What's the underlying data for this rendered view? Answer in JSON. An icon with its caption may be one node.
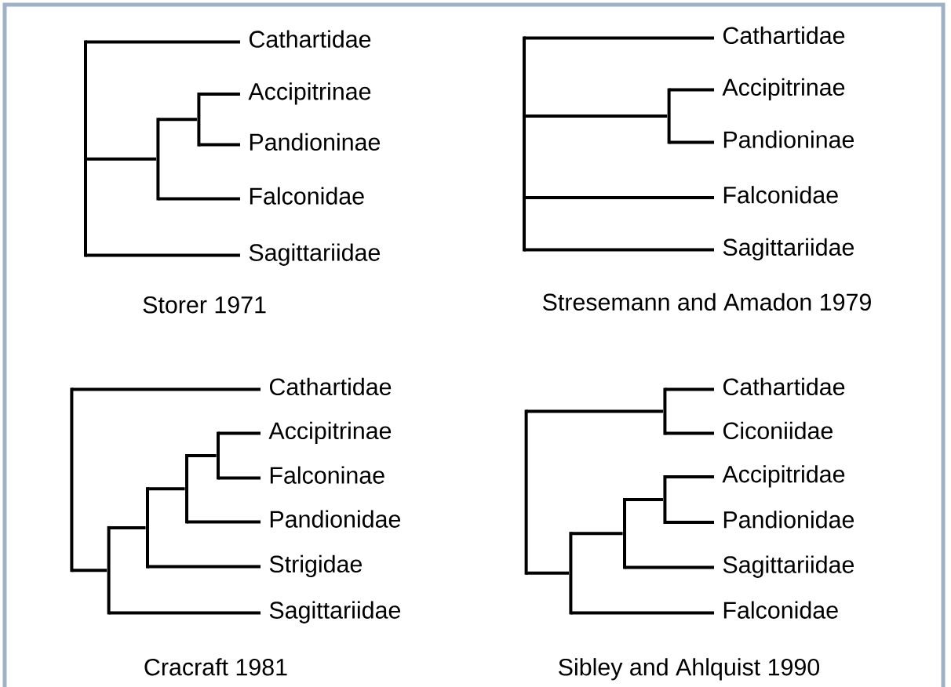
{
  "diagram": {
    "nodes": [
      {
        "text": [],
        "shape": "bar"
      },
      {
        "text": [],
        "shape": "bar"
      },
      {
        "text": [],
        "shape": "bar"
      },
      {
        "text": [
          "Cathartidae"
        ]
      },
      {
        "text": [
          "Accipitrinae"
        ]
      },
      {
        "text": [
          "Pandioninae"
        ]
      },
      {
        "text": [
          "Falconidae"
        ]
      },
      {
        "text": [
          "Sagittariidae"
        ]
      },
      {
        "text": [],
        "shape": "bar"
      },
      {
        "text": [],
        "shape": "bar"
      },
      {
        "text": [
          "Cathartidae"
        ]
      },
      {
        "text": [
          "Accipitrinae"
        ]
      },
      {
        "text": [
          "Pandioninae"
        ]
      },
      {
        "text": [
          "Falconidae"
        ]
      },
      {
        "text": [
          "Sagittariidae"
        ]
      },
      {
        "text": [],
        "shape": "bar"
      },
      {
        "text": [],
        "shape": "bar"
      },
      {
        "text": [],
        "shape": "bar"
      },
      {
        "text": [],
        "shape": "bar"
      },
      {
        "text": [],
        "shape": "bar"
      },
      {
        "text": [
          "Cathartidae"
        ]
      },
      {
        "text": [
          "Accipitrinae"
        ]
      },
      {
        "text": [
          "Falconinae"
        ]
      },
      {
        "text": [
          "Pandionidae"
        ]
      },
      {
        "text": [
          "Strigidae"
        ]
      },
      {
        "text": [
          "Sagittariidae"
        ]
      },
      {
        "text": [],
        "shape": "bar"
      },
      {
        "text": [],
        "shape": "bar"
      },
      {
        "text": [],
        "shape": "bar"
      },
      {
        "text": [],
        "shape": "bar"
      },
      {
        "text": [],
        "shape": "bar"
      },
      {
        "text": [
          "Cathartidae"
        ]
      },
      {
        "text": [
          "Ciconiidae"
        ]
      },
      {
        "text": [
          "Accipitridae"
        ]
      },
      {
        "text": [
          "Pandionidae"
        ]
      },
      {
        "text": [
          "Sagittariidae"
        ]
      },
      {
        "text": [
          "Falconidae"
        ]
      }
    ],
    "edges": [
      {
        "from": 0,
        "to": 3,
        "arrow": "none"
      },
      {
        "from": 0,
        "to": 1,
        "arrow": "none"
      },
      {
        "from": 0,
        "to": 7,
        "arrow": "none"
      },
      {
        "from": 1,
        "to": 2,
        "arrow": "none"
      },
      {
        "from": 1,
        "to": 6,
        "arrow": "none"
      },
      {
        "from": 2,
        "to": 4,
        "arrow": "none"
      },
      {
        "from": 2,
        "to": 5,
        "arrow": "none"
      },
      {
        "from": 8,
        "to": 10,
        "arrow": "none"
      },
      {
        "from": 8,
        "to": 9,
        "arrow": "none"
      },
      {
        "from": 8,
        "to": 13,
        "arrow": "none"
      },
      {
        "from": 8,
        "to": 14,
        "arrow": "none"
      },
      {
        "from": 9,
        "to": 11,
        "arrow": "none"
      },
      {
        "from": 9,
        "to": 12,
        "arrow": "none"
      },
      {
        "from": 15,
        "to": 20,
        "arrow": "none"
      },
      {
        "from": 15,
        "to": 16,
        "arrow": "none"
      },
      {
        "from": 16,
        "to": 17,
        "arrow": "none"
      },
      {
        "from": 16,
        "to": 25,
        "arrow": "none"
      },
      {
        "from": 17,
        "to": 18,
        "arrow": "none"
      },
      {
        "from": 17,
        "to": 24,
        "arrow": "none"
      },
      {
        "from": 18,
        "to": 19,
        "arrow": "none"
      },
      {
        "from": 18,
        "to": 23,
        "arrow": "none"
      },
      {
        "from": 19,
        "to": 21,
        "arrow": "none"
      },
      {
        "from": 19,
        "to": 22,
        "arrow": "none"
      },
      {
        "from": 26,
        "to": 29,
        "arrow": "none"
      },
      {
        "from": 26,
        "to": 27,
        "arrow": "none"
      },
      {
        "from": 27,
        "to": 28,
        "arrow": "none"
      },
      {
        "from": 27,
        "to": 36,
        "arrow": "none"
      },
      {
        "from": 28,
        "to": 30,
        "arrow": "none"
      },
      {
        "from": 28,
        "to": 35,
        "arrow": "none"
      },
      {
        "from": 29,
        "to": 31,
        "arrow": "none"
      },
      {
        "from": 29,
        "to": 32,
        "arrow": "none"
      },
      {
        "from": 30,
        "to": 33,
        "arrow": "none"
      },
      {
        "from": 30,
        "to": 34,
        "arrow": "none"
      }
    ],
    "labels": [
      "Storer 1971",
      "Stresemann and Amadon 1979",
      "Cracraft 1981",
      "Sibley and Ahlquist 1990"
    ]
  }
}
